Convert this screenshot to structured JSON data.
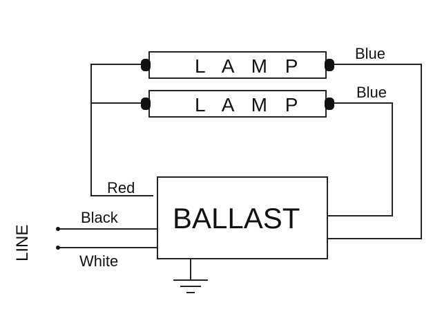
{
  "diagram": {
    "lamp_top": "L A M P",
    "lamp_bottom": "L A M P",
    "ballast": "BALLAST",
    "line": "LINE",
    "wires": {
      "blue_top": "Blue",
      "blue_bottom": "Blue",
      "red": "Red",
      "black": "Black",
      "white": "White"
    },
    "colors": {
      "stroke": "#222222",
      "text": "#111111",
      "background": "#ffffff"
    }
  }
}
